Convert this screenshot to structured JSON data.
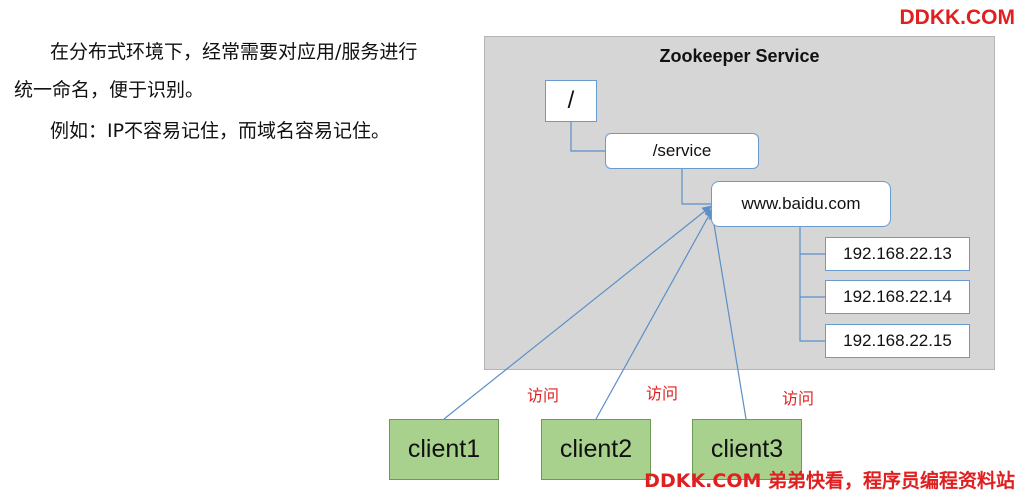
{
  "text": {
    "paragraph1": "在分布式环境下，经常需要对应用/服务进行统一命名，便于识别。",
    "paragraph2": "例如：IP不容易记住，而域名容易记住。"
  },
  "diagram": {
    "service_title": "Zookeeper Service",
    "nodes": {
      "root": "/",
      "service": "/service",
      "domain": "www.baidu.com",
      "ips": [
        "192.168.22.13",
        "192.168.22.14",
        "192.168.22.15"
      ]
    },
    "clients": [
      "client1",
      "client2",
      "client3"
    ],
    "access_labels": [
      "访问",
      "访问",
      "访问"
    ]
  },
  "watermarks": {
    "top": "DDKK.COM",
    "bottom": "DDKK.COM 弟弟快看，程序员编程资料站"
  },
  "colors": {
    "watermark": "#e02020",
    "service_bg": "#d6d6d6",
    "node_border": "#6a9bd0",
    "client_fill": "#a9d18e",
    "connector": "#5b8fc8"
  }
}
